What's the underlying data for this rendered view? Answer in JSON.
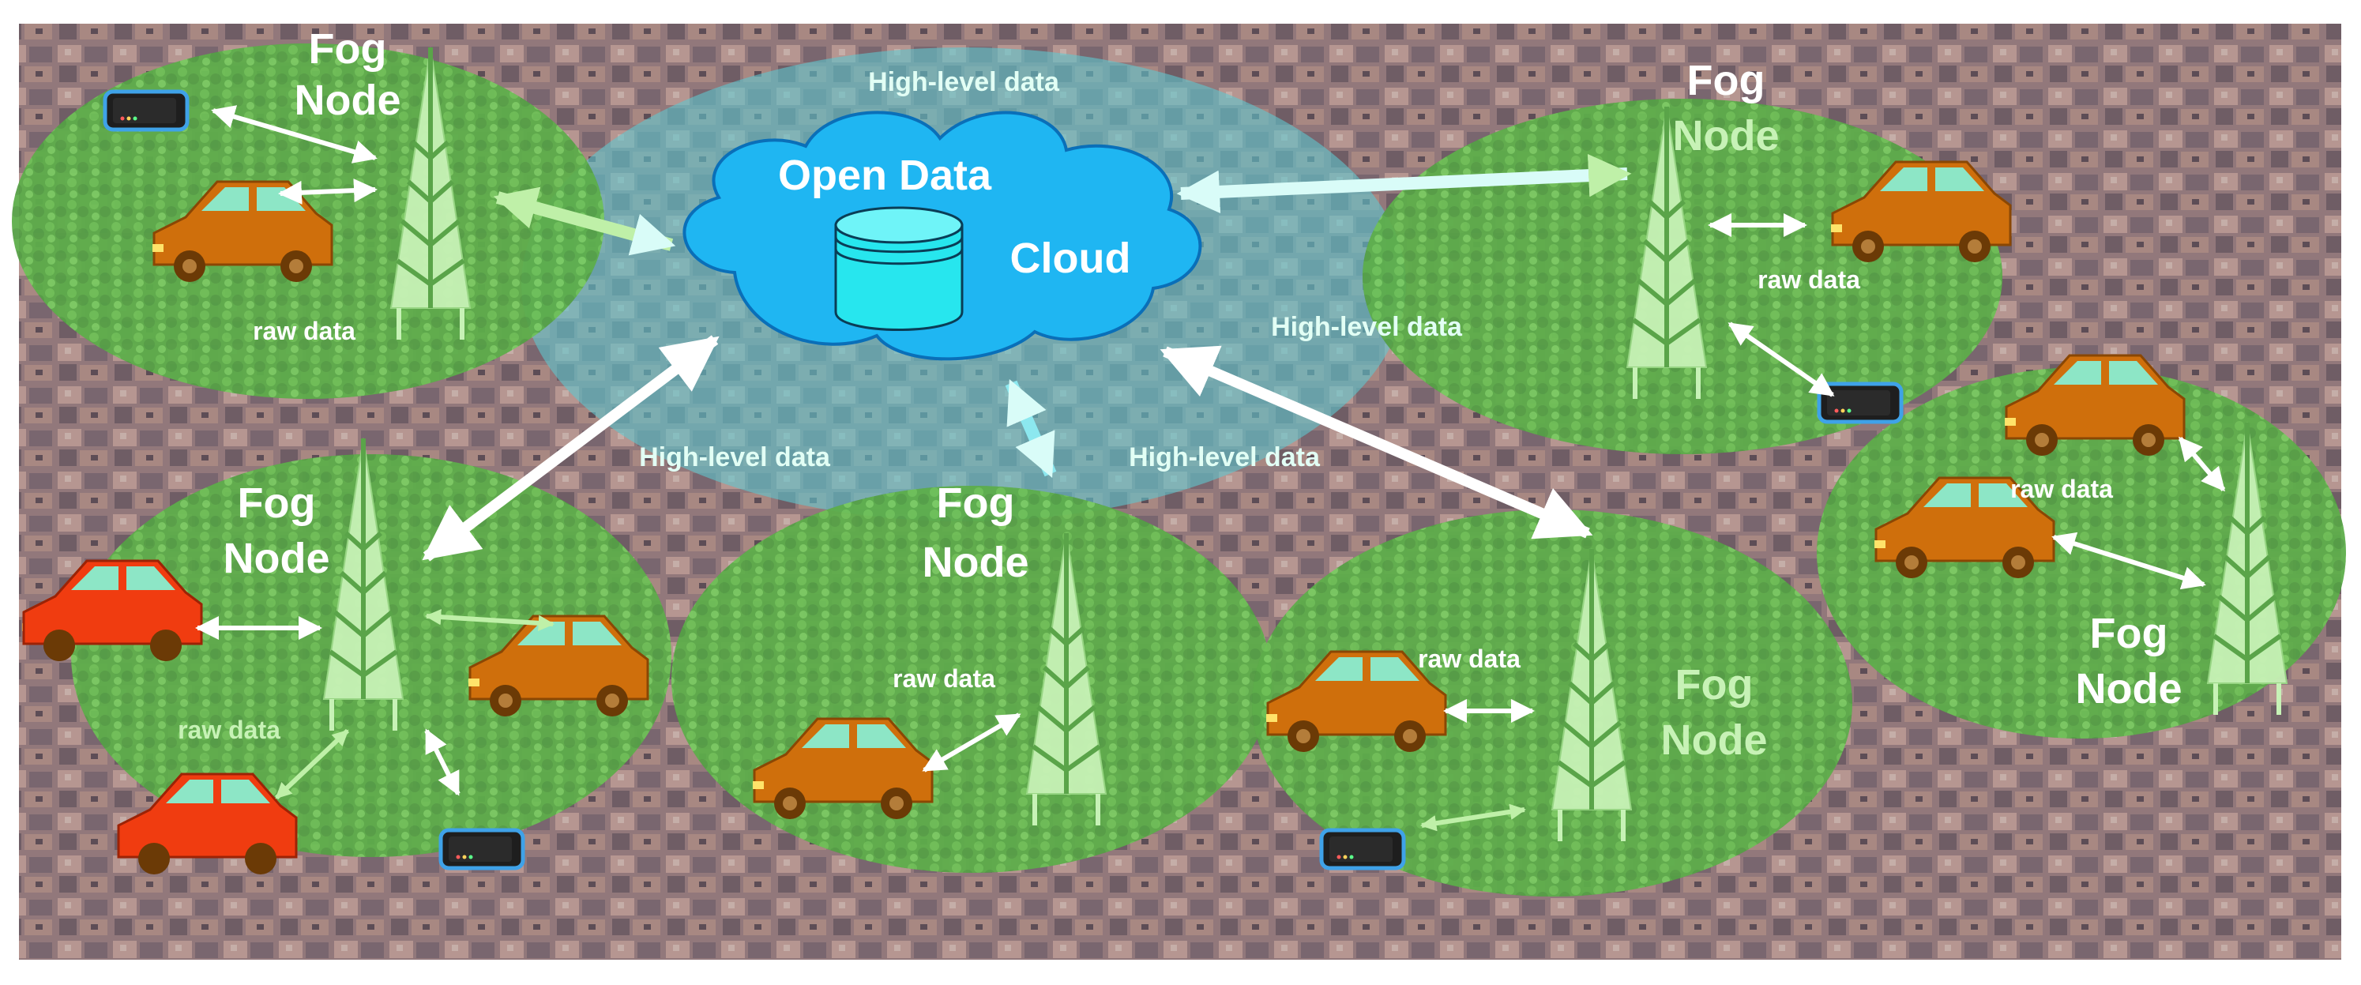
{
  "colors": {
    "fog_zone": "#7fd46a",
    "cloud_zone": "#5fc6cf",
    "cloud": "#1fb6f2",
    "cloud_stroke": "#0a6fb8",
    "database": "#27e6ee",
    "tower": "#c7f2b6",
    "link_high": "#d9fcf8",
    "link_raw": "#ffffff",
    "fog_label": "#ffffff",
    "fog_label_green": "#c7f2b6",
    "car_orange": "#cf6f0c",
    "car_red": "#f03c10"
  },
  "labels": {
    "open_data": "Open Data",
    "cloud": "Cloud",
    "high_level_data": "High-level data",
    "raw_data": "raw data",
    "fog_node_line1": "Fog",
    "fog_node_line2": "Node"
  }
}
